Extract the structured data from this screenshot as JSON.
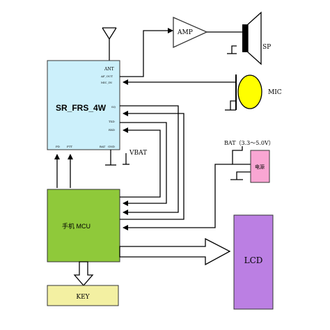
{
  "module": {
    "name": "SR_FRS_4W",
    "pins": {
      "ant": "ANT",
      "af_out": "AF_OUT",
      "mic_in": "MIC_IN",
      "sq": "SQ",
      "txd": "TXD",
      "rxd": "RXD",
      "pd": "PD",
      "ptt": "PTT",
      "bat": "BAT",
      "gnd": "GND"
    },
    "vbat": "VBAT"
  },
  "amp": {
    "label": "AMP"
  },
  "speaker": {
    "label": "SP"
  },
  "mic": {
    "label": "MIC"
  },
  "battery": {
    "label": "BAT（3.3～5.0V）",
    "inner": "电源"
  },
  "mcu": {
    "label": "手机 MCU"
  },
  "lcd": {
    "label": "LCD"
  },
  "key": {
    "label": "KEY"
  },
  "colors": {
    "module_fill": "#ccf0fb",
    "mcu_fill": "#8fc93a",
    "lcd_fill": "#bb7fe3",
    "key_fill": "#f3f0a2",
    "battery_fill": "#f9a6d3",
    "mic_fill": "#ffff00",
    "speaker_fill": "#000000",
    "line": "#000000"
  }
}
